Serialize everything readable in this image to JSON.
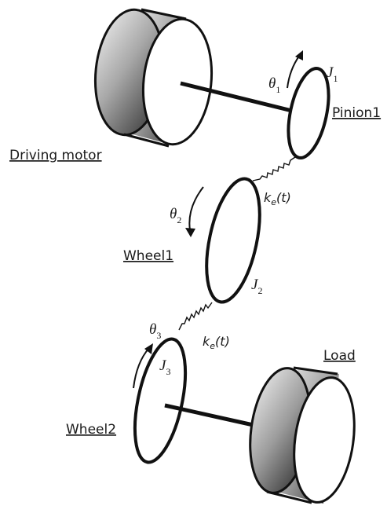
{
  "labels": {
    "driving_motor": "Driving motor",
    "pinion1": "Pinion1",
    "wheel1": "Wheel1",
    "wheel2": "Wheel2",
    "load": "Load"
  },
  "symbols": {
    "theta": "θ",
    "J": "J",
    "k": "k",
    "k_sub": "e",
    "k_arg": "(t)",
    "sub_1": "1",
    "sub_2": "2",
    "sub_3": "3"
  }
}
